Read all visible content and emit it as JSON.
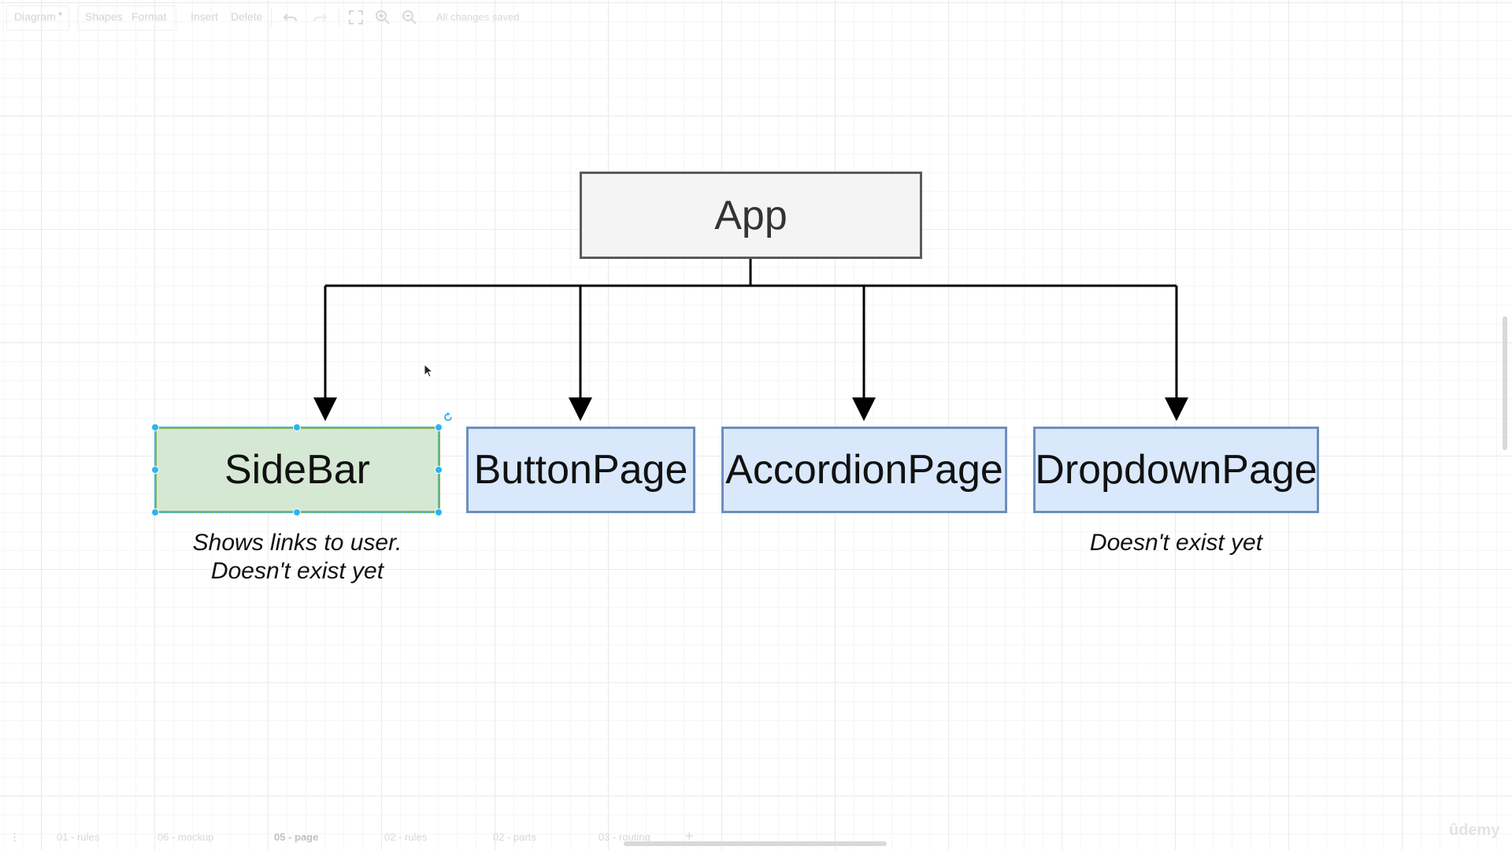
{
  "toolbar": {
    "diagram_menu": "Diagram",
    "shapes": "Shapes",
    "format": "Format",
    "insert": "Insert",
    "delete": "Delete",
    "status": "All changes saved"
  },
  "diagram": {
    "root": "App",
    "children": [
      {
        "label": "SideBar",
        "style": "green",
        "selected": true
      },
      {
        "label": "ButtonPage",
        "style": "blue"
      },
      {
        "label": "AccordionPage",
        "style": "blue"
      },
      {
        "label": "DropdownPage",
        "style": "blue"
      }
    ],
    "notes": {
      "sidebar_line1": "Shows links to user.",
      "sidebar_line2": "Doesn't exist yet",
      "dropdown": "Doesn't exist yet"
    },
    "colors": {
      "green_fill": "#d5e8d4",
      "green_stroke": "#82b366",
      "blue_fill": "#dae8fc",
      "blue_stroke": "#6c8ebf",
      "app_fill": "#f4f4f4",
      "selection": "#29b6f2"
    }
  },
  "pages": {
    "tabs": [
      "01 - rules",
      "06 - mockup",
      "05 - page",
      "02 - rules",
      "02 - parts",
      "03 - routing"
    ],
    "active": "05 - page"
  },
  "watermark": "ûdemy"
}
